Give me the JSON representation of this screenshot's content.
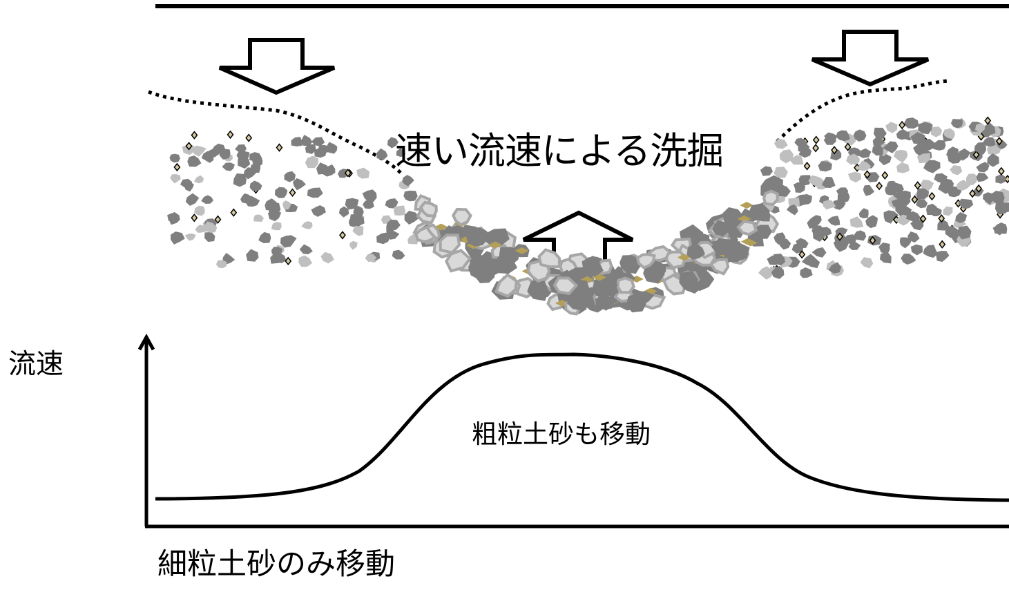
{
  "diagram": {
    "title": "速い流速による洗掘",
    "y_axis_label": "流速",
    "center_label": "粗粒土砂も移動",
    "bottom_label": "細粒土砂のみ移動"
  },
  "colors": {
    "line": "#000000",
    "dark_gravel": "#7f7f7f",
    "light_gravel": "#bfbfbf",
    "sand_fill": "#d4c9a2",
    "fine_sand_in_scour": "#b39f57",
    "background": "#ffffff"
  },
  "icons": [
    "down-arrow-icon",
    "up-arrow-icon",
    "axis-arrow-icon"
  ]
}
